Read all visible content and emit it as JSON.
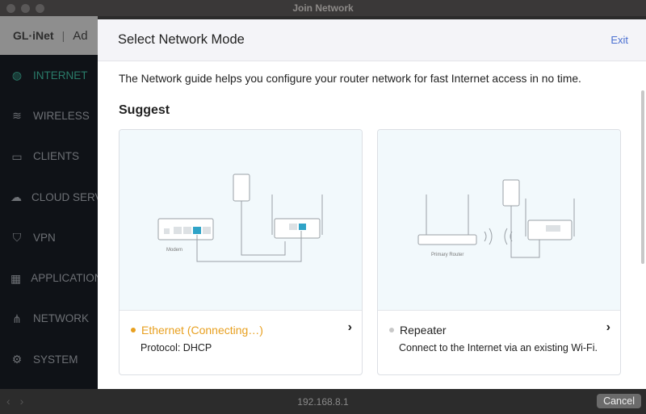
{
  "window": {
    "title": "Join Network"
  },
  "app": {
    "logo": "GL·iNet",
    "header_partial": "Ad"
  },
  "sidebar": {
    "items": [
      {
        "label": "INTERNET",
        "icon": "globe-icon",
        "active": true
      },
      {
        "label": "WIRELESS",
        "icon": "wifi-icon"
      },
      {
        "label": "CLIENTS",
        "icon": "devices-icon"
      },
      {
        "label": "CLOUD SERVICES",
        "icon": "cloud-icon"
      },
      {
        "label": "VPN",
        "icon": "shield-icon"
      },
      {
        "label": "APPLICATIONS",
        "icon": "apps-icon"
      },
      {
        "label": "NETWORK",
        "icon": "network-icon"
      },
      {
        "label": "SYSTEM",
        "icon": "gear-icon"
      }
    ]
  },
  "modal": {
    "title": "Select Network Mode",
    "exit": "Exit",
    "intro": "The Network guide helps you configure your router network for fast Internet access in no time.",
    "section": "Suggest",
    "cards": [
      {
        "title": "Ethernet (Connecting…)",
        "desc": "Protocol: DHCP",
        "status_color": "#e8a020",
        "title_color": "#e8a020",
        "diagram_labels": [
          "Modem"
        ]
      },
      {
        "title": "Repeater",
        "desc": "Connect to the Internet via an existing Wi-Fi.",
        "status_color": "#c8c8c8",
        "title_color": "#222222",
        "diagram_labels": [
          "Primary Router"
        ]
      }
    ]
  },
  "bottom": {
    "url": "192.168.8.1",
    "cancel": "Cancel",
    "back": "‹",
    "forward": "›"
  }
}
